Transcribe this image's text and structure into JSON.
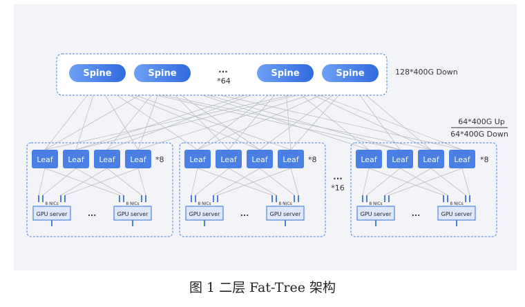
{
  "spine_group": {
    "nodes": [
      "Spine",
      "Spine",
      "Spine",
      "Spine"
    ],
    "ellipsis": "...",
    "multiplier": "*64",
    "bandwidth": "128*400G Down"
  },
  "leaf_bandwidth": {
    "up": "64*400G Up",
    "down": "64*400G Down"
  },
  "pod_multiplier": "*16",
  "pod_ellipsis": "...",
  "pods": [
    {
      "leaves": [
        "Leaf",
        "Leaf",
        "Leaf",
        "Leaf"
      ],
      "leaf_multiplier": "*8",
      "servers": [
        {
          "label": "GPU server",
          "nics": "8 NICs"
        },
        {
          "label": "GPU server",
          "nics": "8 NICs"
        }
      ],
      "server_ellipsis": "..."
    },
    {
      "leaves": [
        "Leaf",
        "Leaf",
        "Leaf",
        "Leaf"
      ],
      "leaf_multiplier": "*8",
      "servers": [
        {
          "label": "GPU server",
          "nics": "8 NICs"
        },
        {
          "label": "GPU server",
          "nics": "8 NICs"
        }
      ],
      "server_ellipsis": "..."
    },
    {
      "leaves": [
        "Leaf",
        "Leaf",
        "Leaf",
        "Leaf"
      ],
      "leaf_multiplier": "*8",
      "servers": [
        {
          "label": "GPU server",
          "nics": "8 NICs"
        },
        {
          "label": "GPU server",
          "nics": "8 NICs"
        }
      ],
      "server_ellipsis": "..."
    }
  ],
  "caption": "图 1 二层 Fat-Tree 架构",
  "colors": {
    "background_panel": "#f3f4f8",
    "spine_fill": "#4f7ee8",
    "leaf_fill": "#4a7fe6",
    "server_fill": "#dfe8fb",
    "border_blue": "#2f6fd8",
    "group_border": "#4a7fd6",
    "link_gray": "#b9bcc4"
  }
}
